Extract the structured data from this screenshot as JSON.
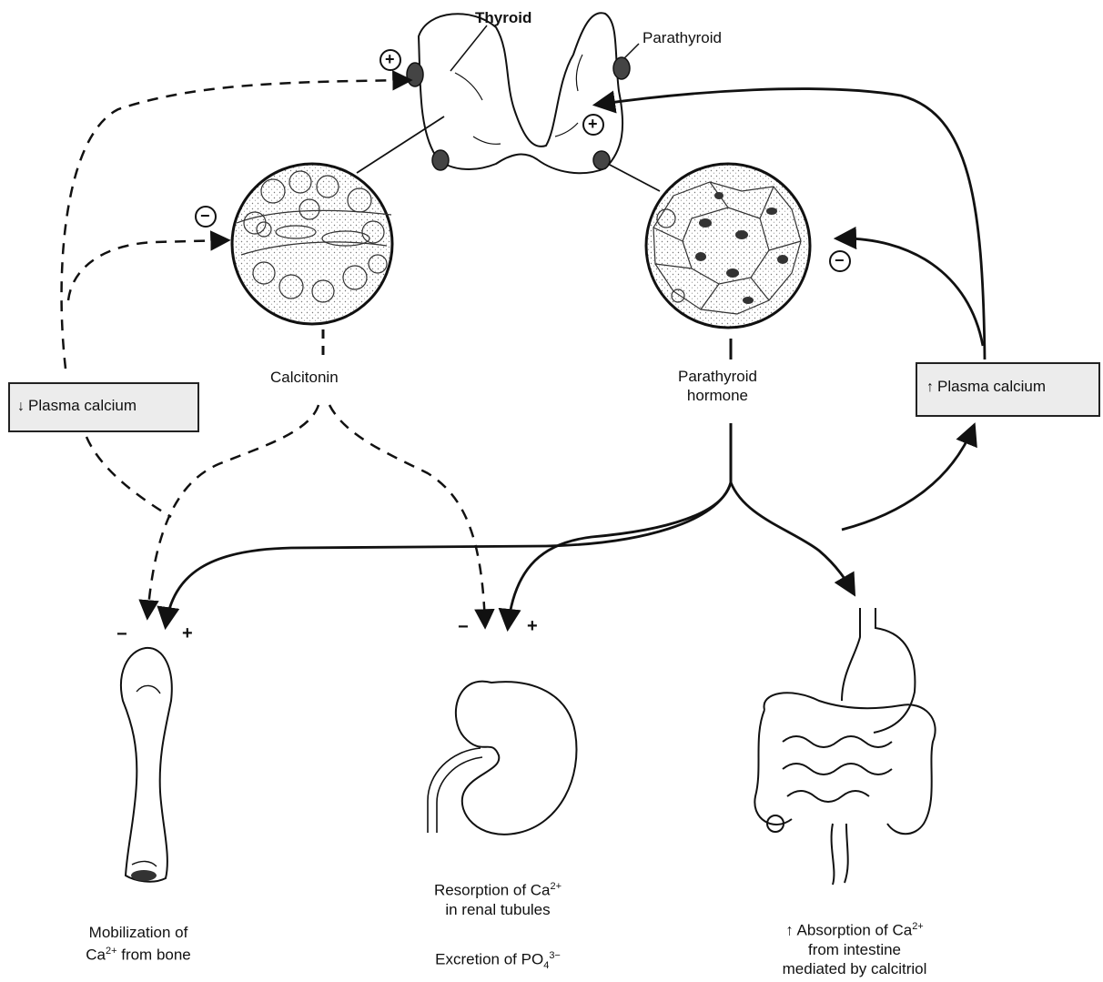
{
  "labels": {
    "thyroid": "Thyroid",
    "parathyroid": "Parathyroid",
    "calcitonin": "Calcitonin",
    "parathyroid_hormone_line1": "Parathyroid",
    "parathyroid_hormone_line2": "hormone",
    "plasma_calcium_low_arrow": "↓",
    "plasma_calcium_low": "Plasma calcium",
    "plasma_calcium_high_arrow": "↑",
    "plasma_calcium_high": "Plasma calcium"
  },
  "signs": {
    "plus_thyroid_left": "+",
    "plus_parathyroid_right": "+",
    "minus_calcitonin_cell": "−",
    "minus_parathyroid_cell": "−",
    "bone_minus": "−",
    "bone_plus": "+",
    "kidney_minus": "−",
    "kidney_plus": "+"
  },
  "targets": {
    "bone": {
      "line1": "Mobilization of",
      "line2_pre": "Ca",
      "line2_sup": "2+",
      "line2_post": " from bone"
    },
    "kidney": {
      "line1_pre": "Resorption of Ca",
      "line1_sup": "2+",
      "line2": "in renal tubules",
      "line3_pre": "Excretion of PO",
      "line3_sub": "4",
      "line3_sup": "3−"
    },
    "intestine": {
      "line1_pre": "↑ Absorption of Ca",
      "line1_sup": "2+",
      "line2": "from intestine",
      "line3": "mediated by calcitriol"
    }
  }
}
